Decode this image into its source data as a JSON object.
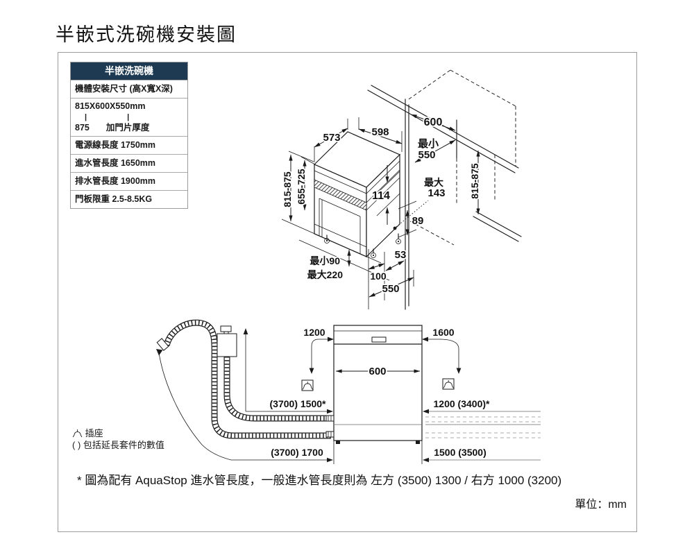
{
  "colors": {
    "header_bg": "#1d3a52",
    "line": "#1a1a1a",
    "border": "#9b9b9b"
  },
  "page": {
    "title": "半嵌式洗碗機安裝圖",
    "unit_note": "單位：mm",
    "footnote": "* 圖為配有 AquaStop 進水管長度，一般進水管長度則為 左方 (3500) 1300 / 右方 1000 (3200)"
  },
  "spec_table": {
    "header": "半嵌洗碗機",
    "dim_title": "機體安裝尺寸 (高X寬X深)",
    "size_value": "815X600X550mm",
    "tick": "|",
    "alt_height": "875",
    "alt_note": "加門片厚度",
    "power_cord": "電源線長度 1750mm",
    "inlet_hose": "進水管長度 1650mm",
    "drain_hose": "排水管長度 1900mm",
    "door_weight": "門板限重 2.5-8.5KG"
  },
  "iso": {
    "depth_top": "573",
    "width_top": "598",
    "niche_width": "600",
    "niche_depth_min_line1": "最小",
    "niche_depth_min_line2": "550",
    "height_range_left": "815-875",
    "front_height_range": "655-725",
    "panel_height": "114",
    "side_max_line1": "最大",
    "side_max_line2": "143",
    "rear_clearance": "89",
    "base_min": "最小90",
    "base_max": "最大220",
    "side_offset": "53",
    "conn_offset": "100",
    "depth_base": "550",
    "niche_height_right": "815-875"
  },
  "plumbing": {
    "cord_left": "1200",
    "cord_right": "1600",
    "width": "600",
    "inlet_len_left": "(3700) 1500*",
    "inlet_len_right": "1200 (3400)*",
    "drain_len_left": "(3700) 1700",
    "drain_len_right": "1500 (3500)"
  },
  "legend": {
    "socket": "插座",
    "paren": "( ) 包括延長套件的數值"
  }
}
